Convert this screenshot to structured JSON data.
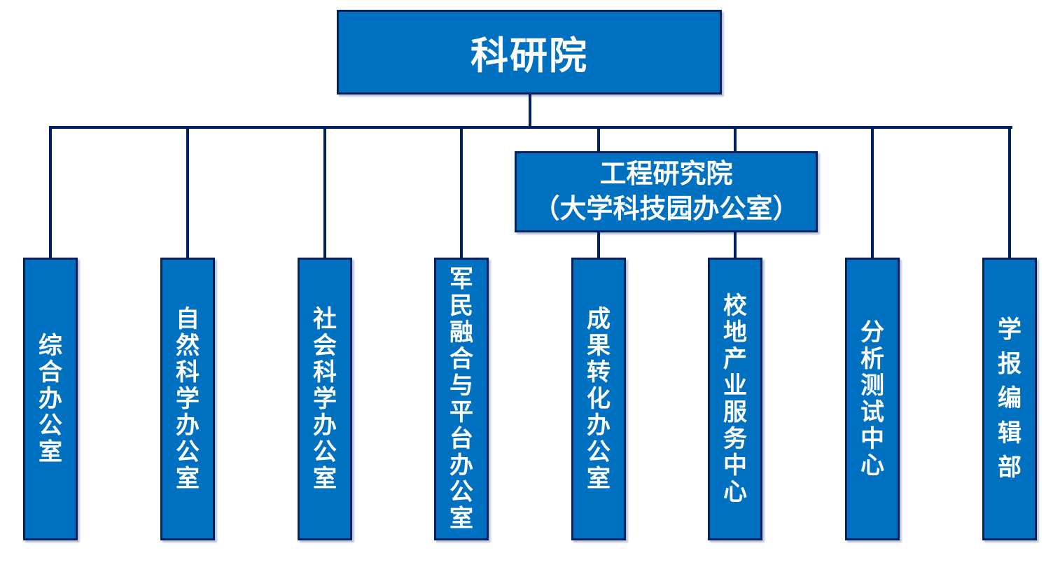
{
  "org_chart": {
    "colors": {
      "box_fill": "#0070c0",
      "box_border": "#002060",
      "connector_line": "#002060",
      "text": "#ffffff"
    },
    "root": {
      "label": "科研院"
    },
    "engineering": {
      "line1": "工程研究院",
      "line2": "（大学科技园办公室）",
      "parent": "科研院"
    },
    "departments": [
      {
        "label": "综合办公室",
        "parent": "科研院"
      },
      {
        "label": "自然科学办公室",
        "parent": "科研院"
      },
      {
        "label": "社会科学办公室",
        "parent": "科研院"
      },
      {
        "label": "军民融合与平台办公室",
        "parent": "科研院"
      },
      {
        "label": "成果转化办公室",
        "parent": "工程研究院（大学科技园办公室）"
      },
      {
        "label": "校地产业服务中心",
        "parent": "工程研究院（大学科技园办公室）"
      },
      {
        "label": "分析测试中心",
        "parent": "科研院"
      },
      {
        "label": "学报编辑部",
        "parent": "科研院"
      }
    ]
  }
}
